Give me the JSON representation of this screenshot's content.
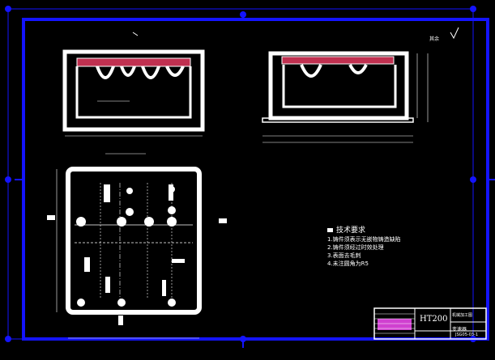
{
  "drawing": {
    "material": "HT200",
    "part_name": "变速器",
    "title": "机械加工图",
    "drawing_number": "JSG05-03-1",
    "surface_note": "其余",
    "technical_requirements": {
      "heading": "技术要求",
      "items": [
        "1.铸件须表示无嵌物铸造缺陷",
        "2.铸件须经过时效处理",
        "3.表面去毛刺",
        "4.未注圆角为R5"
      ]
    }
  },
  "colors": {
    "background": "#000000",
    "frame": "#1414ff",
    "geometry": "#ffffff",
    "hatch": "#c03050",
    "title_block_accent": "#d040d0"
  }
}
